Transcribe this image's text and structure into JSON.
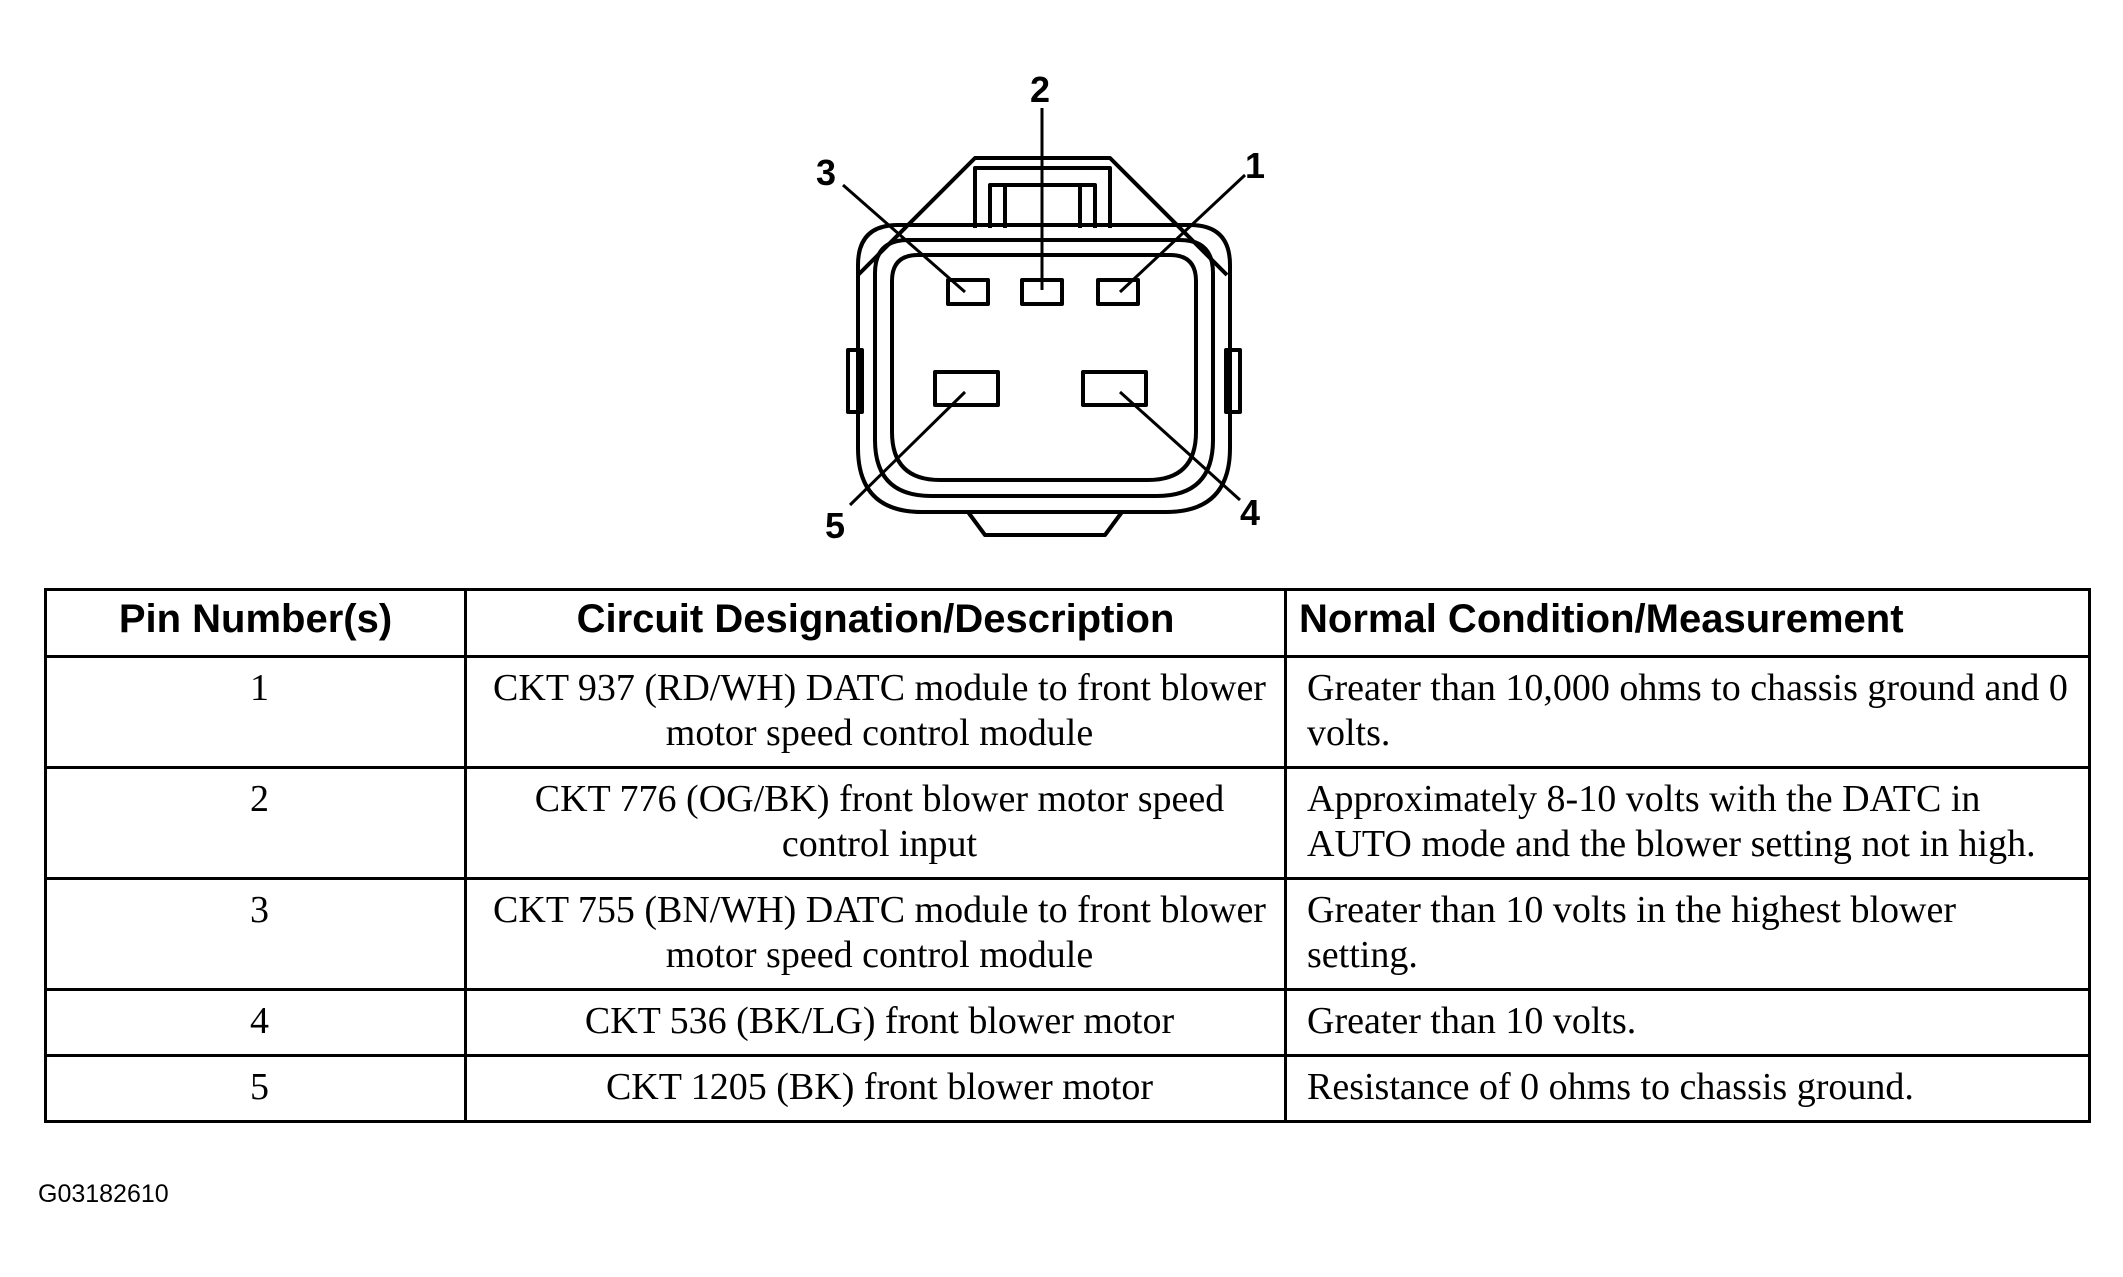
{
  "diagram": {
    "pins": [
      {
        "number": "1"
      },
      {
        "number": "2"
      },
      {
        "number": "3"
      },
      {
        "number": "4"
      },
      {
        "number": "5"
      }
    ]
  },
  "table": {
    "headers": {
      "pin": "Pin Number(s)",
      "description": "Circuit Designation/Description",
      "condition": "Normal Condition/Measurement"
    },
    "rows": [
      {
        "pin": "1",
        "description": "CKT 937 (RD/WH) DATC module to front blower motor speed control module",
        "condition": "Greater than 10,000 ohms to chassis ground and 0 volts."
      },
      {
        "pin": "2",
        "description": "CKT 776 (OG/BK) front blower motor speed control input",
        "condition": "Approximately 8-10 volts with the DATC in AUTO mode and the blower setting not in high."
      },
      {
        "pin": "3",
        "description": "CKT 755 (BN/WH) DATC module to front blower motor speed control module",
        "condition": "Greater than 10 volts in the highest blower setting."
      },
      {
        "pin": "4",
        "description": "CKT 536 (BK/LG) front blower motor",
        "condition": "Greater than 10 volts."
      },
      {
        "pin": "5",
        "description": "CKT 1205 (BK) front blower motor",
        "condition": "Resistance of 0 ohms to chassis ground."
      }
    ]
  },
  "footer": {
    "reference_code": "G03182610"
  }
}
